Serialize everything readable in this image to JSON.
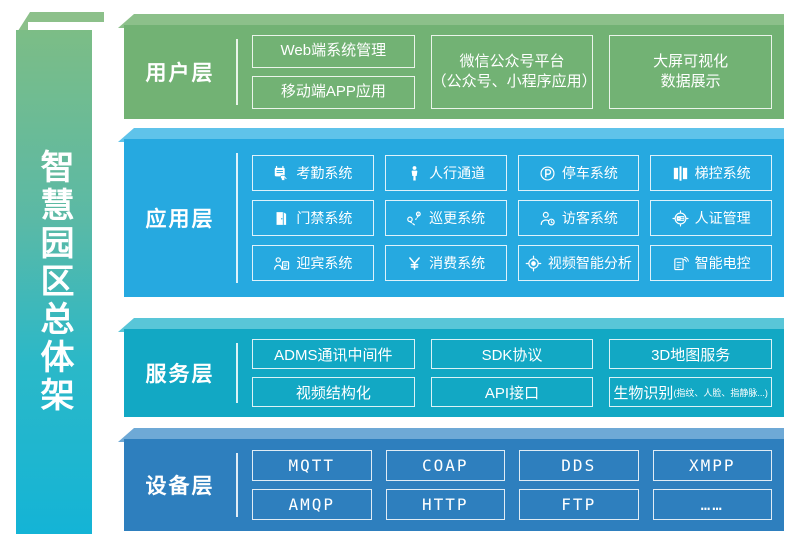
{
  "banner": {
    "title": "智慧园区总体架"
  },
  "layers": [
    {
      "id": "user",
      "title": "用户层",
      "color": "#72b274",
      "bevel_color": "#8cc08a",
      "columns": [
        {
          "cards": [
            {
              "label": "Web端系统管理"
            },
            {
              "label": "移动端APP应用"
            }
          ]
        },
        {
          "cards": [
            {
              "label": "微信公众号平台\n（公众号、小程序应用）"
            }
          ]
        },
        {
          "cards": [
            {
              "label": "大屏可视化\n数据展示"
            }
          ]
        }
      ]
    },
    {
      "id": "app",
      "title": "应用层",
      "color": "#26a9e0",
      "bevel_color": "#5fc3ea",
      "columns": [
        {
          "cards": [
            {
              "label": "考勤系统",
              "icon": "calendar-hand-icon"
            },
            {
              "label": "门禁系统",
              "icon": "door-icon"
            },
            {
              "label": "迎宾系统",
              "icon": "reception-person-icon"
            }
          ]
        },
        {
          "cards": [
            {
              "label": "人行通道",
              "icon": "pedestrian-icon"
            },
            {
              "label": "巡更系统",
              "icon": "patrol-route-icon"
            },
            {
              "label": "消费系统",
              "icon": "yuan-currency-icon"
            }
          ]
        },
        {
          "cards": [
            {
              "label": "停车系统",
              "icon": "parking-p-icon"
            },
            {
              "label": "访客系统",
              "icon": "visitor-clock-icon"
            },
            {
              "label": "视频智能分析",
              "icon": "camera-lens-icon"
            }
          ]
        },
        {
          "cards": [
            {
              "label": "梯控系统",
              "icon": "elevator-icon"
            },
            {
              "label": "人证管理",
              "icon": "id-card-target-icon"
            },
            {
              "label": "智能电控",
              "icon": "remote-signal-icon"
            }
          ]
        }
      ]
    },
    {
      "id": "svc",
      "title": "服务层",
      "color": "#12a8c4",
      "bevel_color": "#59c6d8",
      "columns": [
        {
          "cards": [
            {
              "label": "ADMS通讯中间件"
            },
            {
              "label": "视频结构化"
            }
          ]
        },
        {
          "cards": [
            {
              "label": "SDK协议"
            },
            {
              "label": "API接口"
            }
          ]
        },
        {
          "cards": [
            {
              "label": "3D地图服务"
            },
            {
              "label": "生物识别",
              "sub": "(指纹、人脸、指静脉...)"
            }
          ]
        }
      ]
    },
    {
      "id": "dev",
      "title": "设备层",
      "color": "#2e7fbe",
      "bevel_color": "#6ea9d6",
      "columns": [
        {
          "cards": [
            {
              "label": "MQTT"
            },
            {
              "label": "AMQP"
            }
          ]
        },
        {
          "cards": [
            {
              "label": "COAP"
            },
            {
              "label": "HTTP"
            }
          ]
        },
        {
          "cards": [
            {
              "label": "DDS"
            },
            {
              "label": "FTP"
            }
          ]
        },
        {
          "cards": [
            {
              "label": "XMPP"
            },
            {
              "label": "……"
            }
          ]
        }
      ]
    }
  ]
}
